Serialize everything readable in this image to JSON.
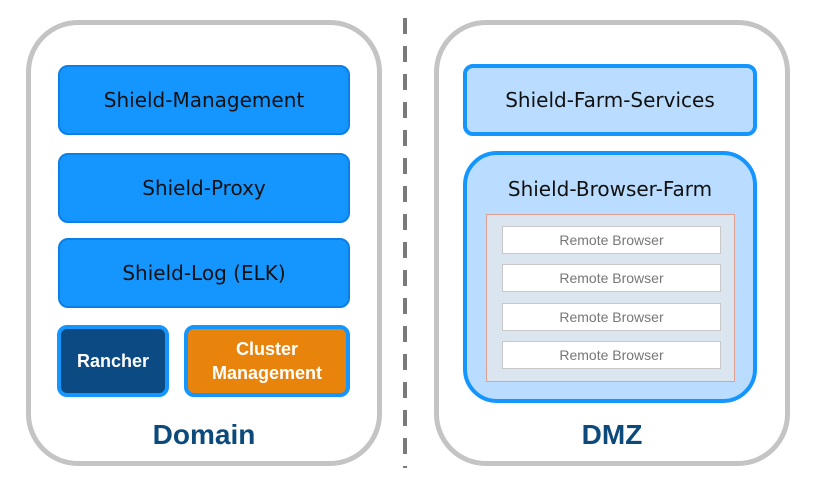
{
  "domain_zone": {
    "label": "Domain",
    "services": [
      "Shield-Management",
      "Shield-Proxy",
      "Shield-Log (ELK)"
    ],
    "rancher": "Rancher",
    "cluster_management": "Cluster Management"
  },
  "dmz_zone": {
    "label": "DMZ",
    "farm_services": "Shield-Farm-Services",
    "browser_farm": {
      "title": "Shield-Browser-Farm",
      "browsers": [
        "Remote Browser",
        "Remote Browser",
        "Remote Browser",
        "Remote Browser"
      ]
    }
  },
  "colors": {
    "service_blue": "#1596ff",
    "light_blue": "#b9dcff",
    "rancher_navy": "#0b4a82",
    "cluster_orange": "#e8830c",
    "zone_label": "#0b4a7a",
    "zone_border": "#c4c4c4"
  }
}
